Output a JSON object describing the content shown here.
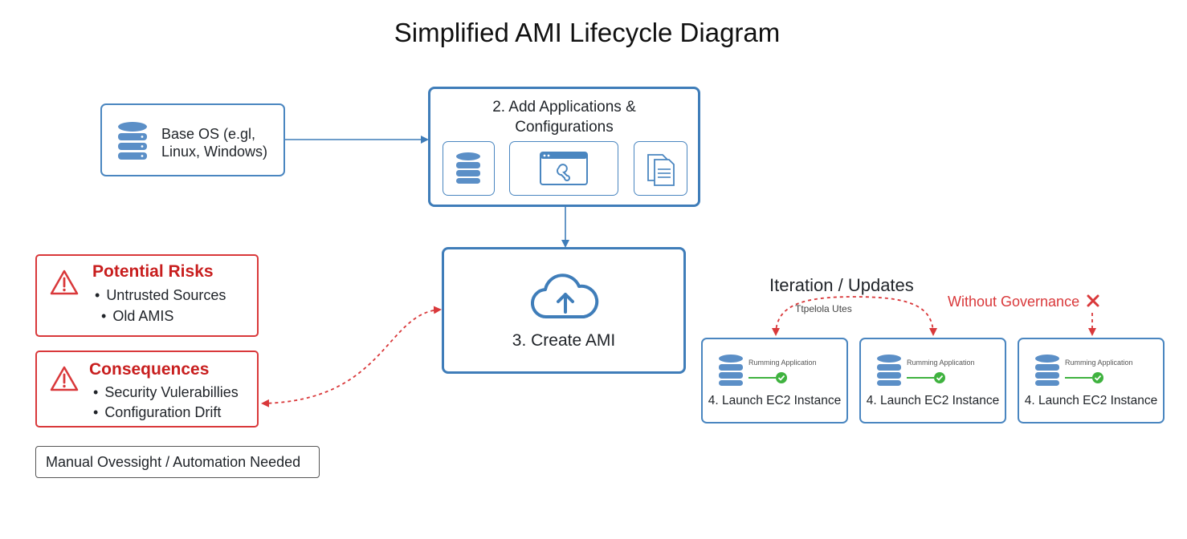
{
  "title": "Simplified AMI Lifecycle Diagram",
  "base_os": {
    "line1": "Base OS (e.gl,",
    "line2": "Linux, Windows)",
    "icon": "database-icon"
  },
  "add_apps": {
    "line1": "2. Add Applications &",
    "line2": "Configurations",
    "icons": [
      "database-icon",
      "browser-window-icon",
      "documents-icon"
    ]
  },
  "create_ami": {
    "label": "3. Create AMI",
    "icon": "cloud-upload-icon"
  },
  "risks": {
    "heading": "Potential Risks",
    "items": [
      "Untrusted Sources",
      "Old AMIS"
    ],
    "icon": "warning-icon"
  },
  "consequences": {
    "heading": "Consequences",
    "items": [
      "Security Vulerabillies",
      "Configuration Drift"
    ],
    "icon": "warning-icon"
  },
  "oversight": {
    "label": "Manual Ovessight / Automation Needed"
  },
  "iteration": {
    "label": "Iteration / Updates",
    "sublabel": "Ttpelola Utes"
  },
  "without_governance": {
    "label": "Without Governance",
    "icon": "x-icon"
  },
  "instances": [
    {
      "status": "Rumming Application",
      "label": "4. Launch EC2 Instance"
    },
    {
      "status": "Rumming Application",
      "label": "4. Launch EC2 Instance"
    },
    {
      "status": "Rumming Application",
      "label": "4. Launch EC2 Instance"
    }
  ],
  "colors": {
    "blue": "#3f7db9",
    "icon_blue": "#5b8fc7",
    "red": "#d9383a",
    "green": "#3fb23f"
  }
}
